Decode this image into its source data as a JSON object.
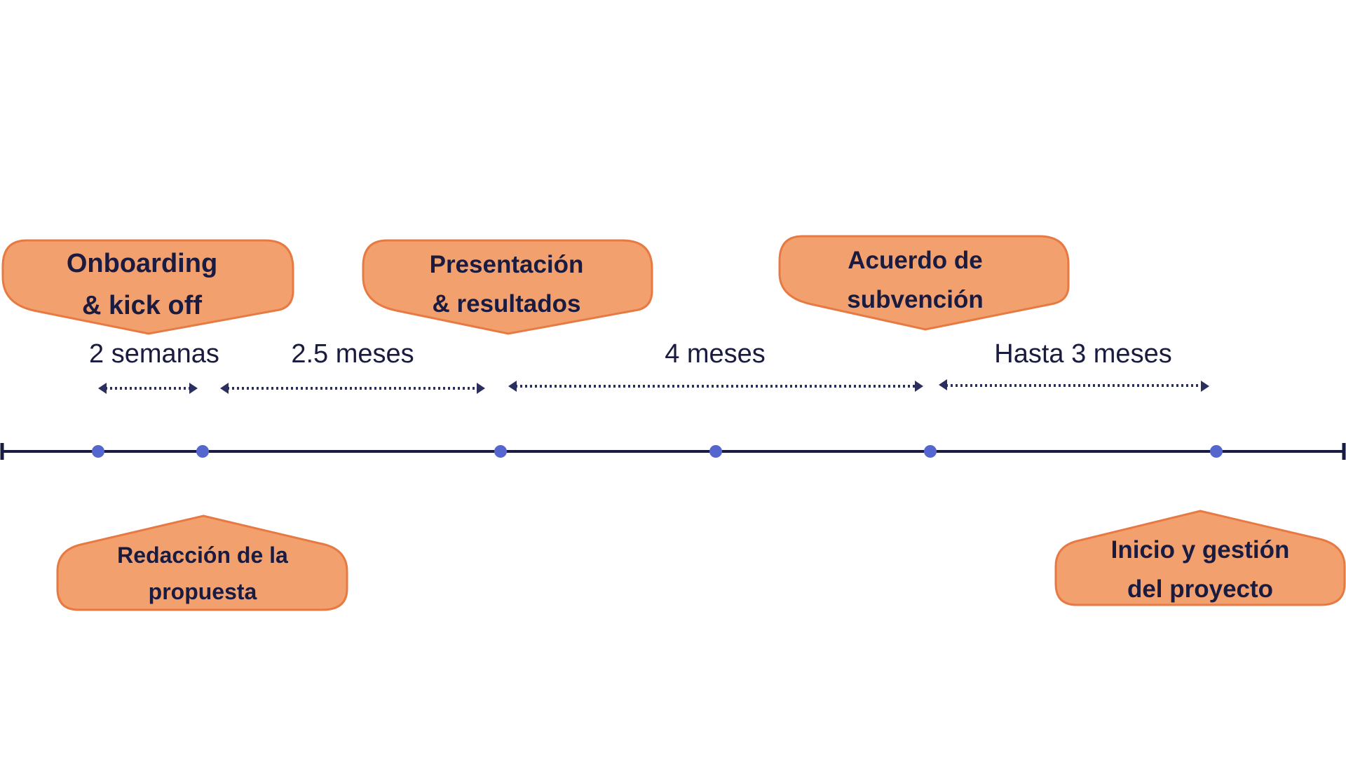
{
  "colors": {
    "callout_fill": "#f3a06f",
    "callout_stroke": "#e77a43",
    "text": "#1a1b40",
    "axis": "#1a1b40",
    "dot": "#5566cf",
    "arrow": "#2b2f5e"
  },
  "milestones": [
    {
      "line1": "Onboarding",
      "line2": "& kick off"
    },
    {
      "line1": "Presentación",
      "line2": "& resultados"
    },
    {
      "line1": "Acuerdo de",
      "line2": "subvención"
    },
    {
      "line1": "Redacción de la",
      "line2": "propuesta"
    },
    {
      "line1": "Inicio y gestión",
      "line2": "del proyecto"
    }
  ],
  "durations": [
    {
      "label": "2 semanas"
    },
    {
      "label": "2.5 meses"
    },
    {
      "label": "4 meses"
    },
    {
      "label": "Hasta 3 meses"
    }
  ]
}
